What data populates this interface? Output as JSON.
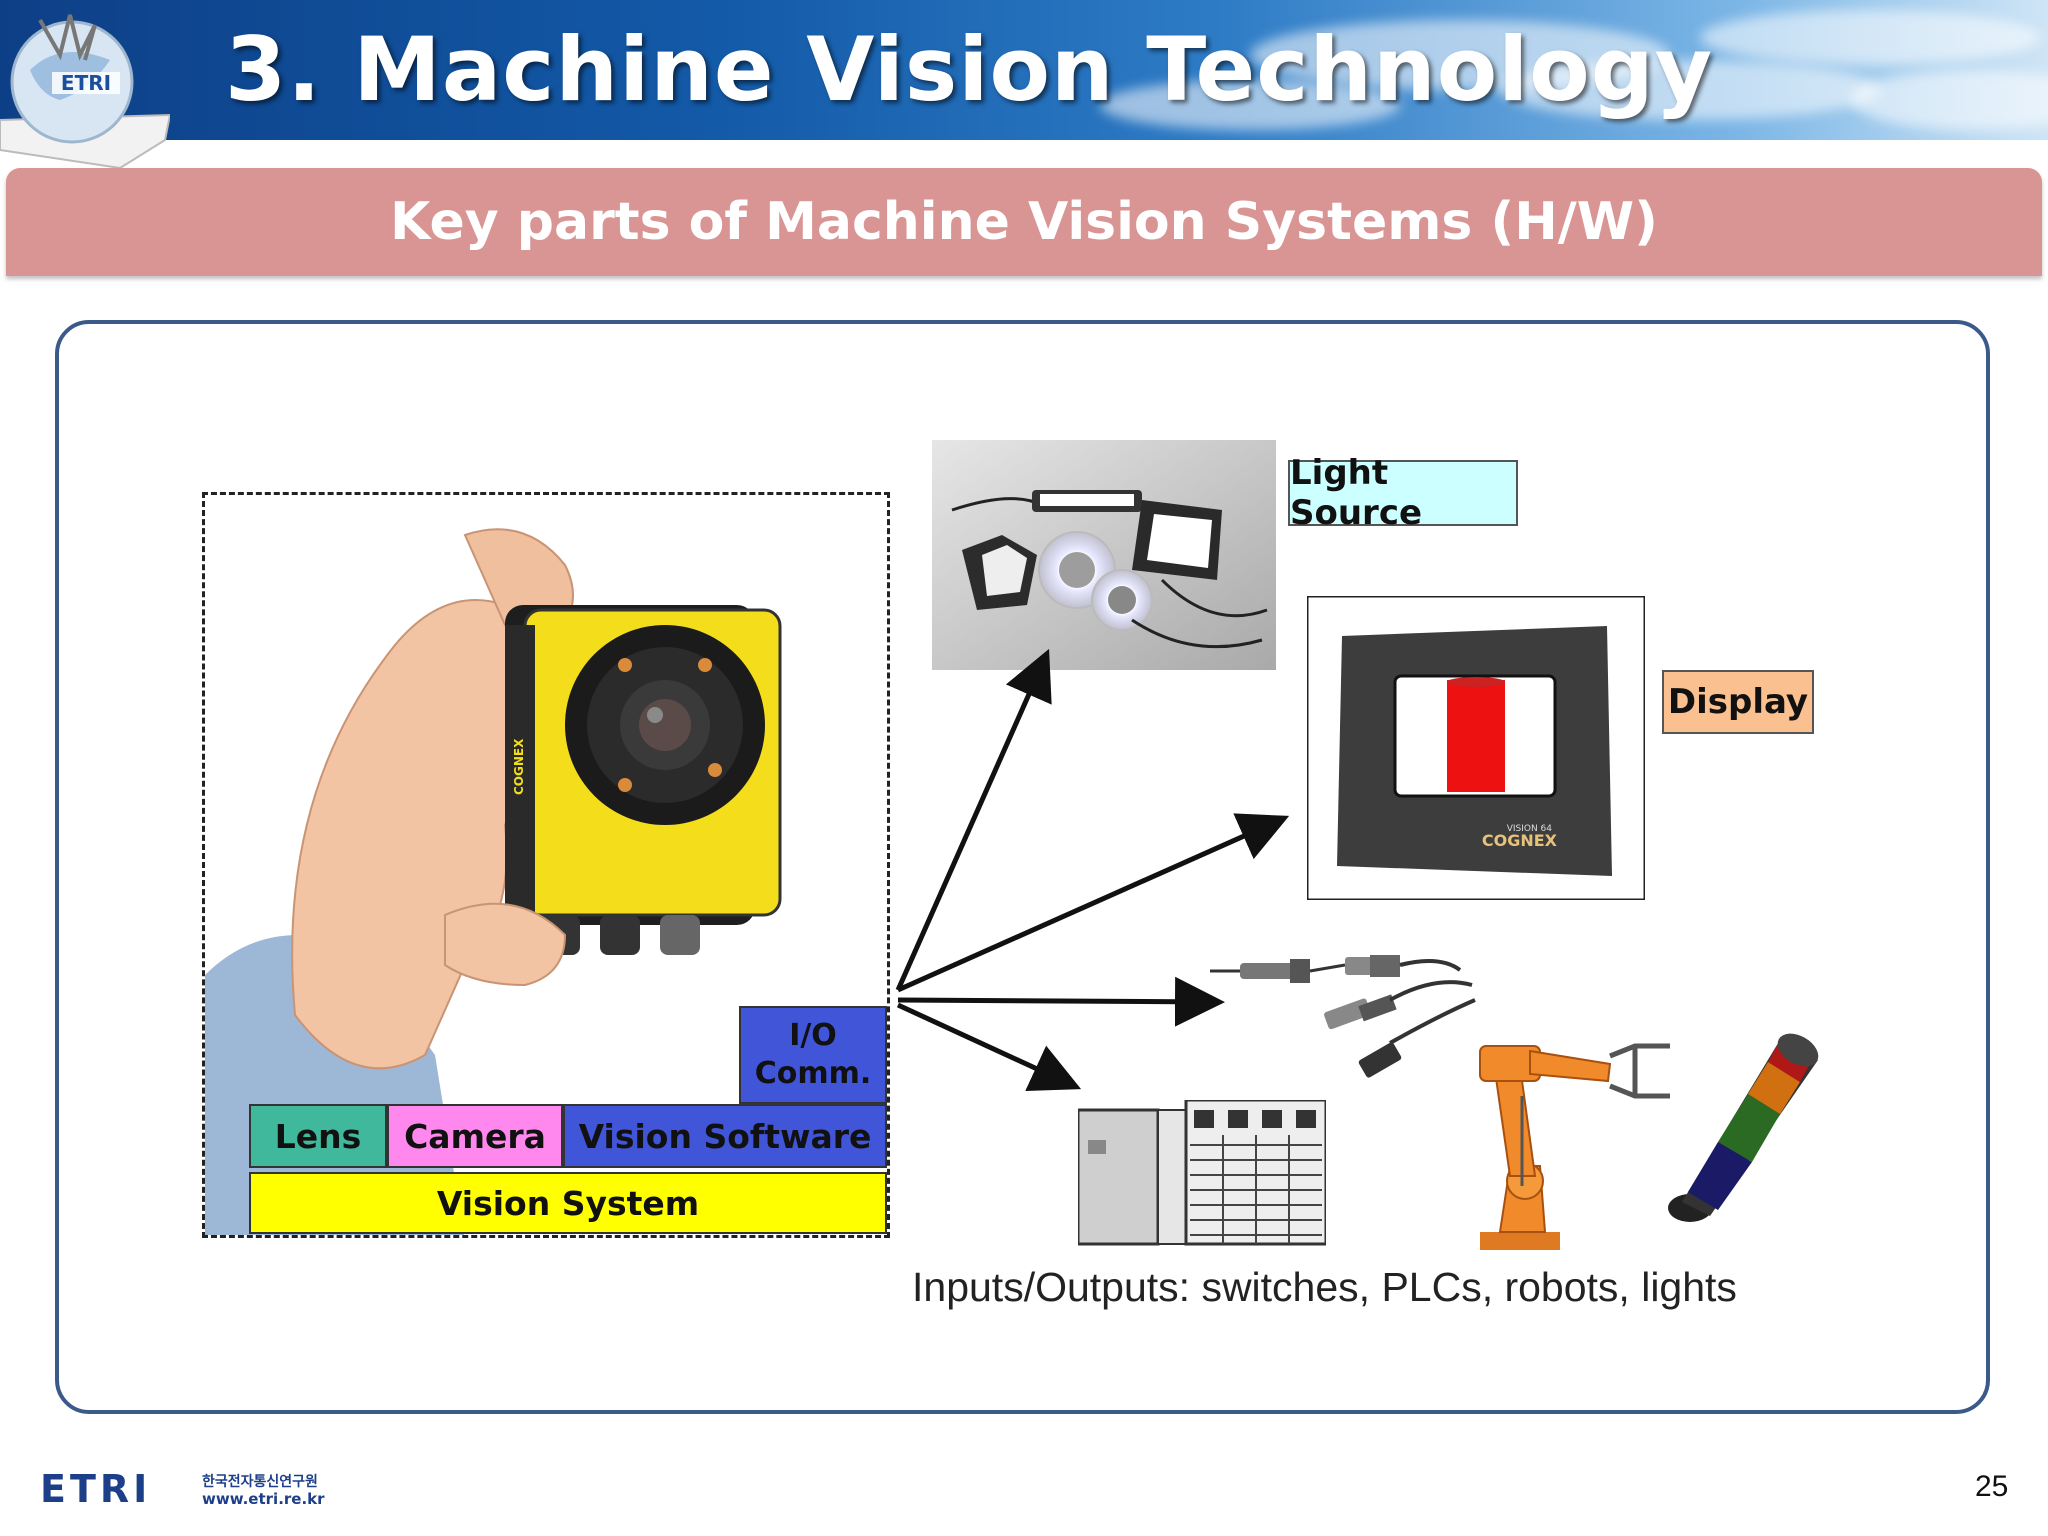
{
  "header": {
    "title": "3. Machine Vision Technology",
    "logo_text": "ETRI"
  },
  "section": {
    "title": "Key parts of Machine Vision Systems (H/W)"
  },
  "stack": {
    "io_comm": "I/O Comm.",
    "lens": "Lens",
    "camera": "Camera",
    "vision_software": "Vision Software",
    "vision_system": "Vision System"
  },
  "tags": {
    "light_source": "Light Source",
    "display": "Display"
  },
  "product_text": {
    "camera_brand": "COGNEX",
    "display_brand": "COGNEX",
    "display_model": "VISION 64"
  },
  "caption": "Inputs/Outputs: switches, PLCs, robots, lights",
  "footer": {
    "logo": "ETRI",
    "org_name": "한국전자통신연구원",
    "url": "www.etri.re.kr",
    "page_number": "25"
  },
  "colors": {
    "section_bar": "#d99594",
    "lens": "#40b89b",
    "camera": "#ff88ee",
    "vision_software": "#4055d8",
    "io_comm": "#4055d8",
    "vision_system": "#ffff00",
    "light_source_tag": "#ccffff",
    "display_tag": "#fac090",
    "frame_border": "#3b5a8a"
  }
}
